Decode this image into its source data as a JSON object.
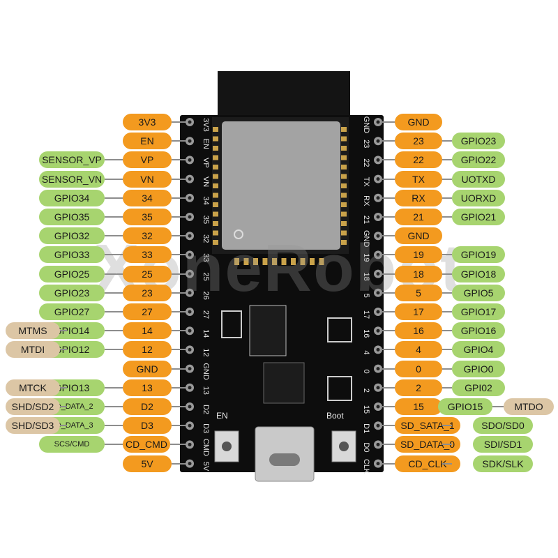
{
  "watermark": "XoneRobot",
  "board": {
    "left_silk": [
      "3V3",
      "EN",
      "VP",
      "VN",
      "34",
      "35",
      "32",
      "33",
      "25",
      "26",
      "27",
      "14",
      "12",
      "GND",
      "13",
      "D2",
      "D3",
      "CMD",
      "5V"
    ],
    "right_silk": [
      "GND",
      "23",
      "22",
      "TX",
      "RX",
      "21",
      "GND",
      "19",
      "18",
      "5",
      "17",
      "16",
      "4",
      "0",
      "2",
      "15",
      "D1",
      "D0",
      "CLK"
    ],
    "button_left": "EN",
    "button_right": "Boot"
  },
  "left_rows": [
    {
      "inner": "3V3",
      "mid": "",
      "outer": ""
    },
    {
      "inner": "EN",
      "mid": "",
      "outer": ""
    },
    {
      "inner": "VP",
      "mid": "SENSOR_VP",
      "outer": ""
    },
    {
      "inner": "VN",
      "mid": "SENSOR_VN",
      "outer": ""
    },
    {
      "inner": "34",
      "mid": "GPIO34",
      "outer": ""
    },
    {
      "inner": "35",
      "mid": "GPIO35",
      "outer": ""
    },
    {
      "inner": "32",
      "mid": "GPIO32",
      "outer": ""
    },
    {
      "inner": "33",
      "mid": "GPIO33",
      "outer": ""
    },
    {
      "inner": "25",
      "mid": "GPIO25",
      "outer": ""
    },
    {
      "inner": "23",
      "mid": "GPIO23",
      "outer": ""
    },
    {
      "inner": "27",
      "mid": "GPIO27",
      "outer": ""
    },
    {
      "inner": "14",
      "mid": "GPIO14",
      "outer": "MTMS"
    },
    {
      "inner": "12",
      "mid": "GPIO12",
      "outer": "MTDI"
    },
    {
      "inner": "GND",
      "mid": "",
      "outer": ""
    },
    {
      "inner": "13",
      "mid": "GPIO13",
      "outer": "MTCK"
    },
    {
      "inner": "D2",
      "mid": "SD_DATA_2",
      "outer": "SHD/SD2"
    },
    {
      "inner": "D3",
      "mid": "SD_DATA_3",
      "outer": "SHD/SD3"
    },
    {
      "inner": "CD_CMD",
      "mid": "SCS/CMD",
      "outer": ""
    },
    {
      "inner": "5V",
      "mid": "",
      "outer": ""
    }
  ],
  "right_rows": [
    {
      "inner": "GND",
      "mid": "",
      "outer": ""
    },
    {
      "inner": "23",
      "mid": "GPIO23",
      "outer": ""
    },
    {
      "inner": "22",
      "mid": "GPIO22",
      "outer": ""
    },
    {
      "inner": "TX",
      "mid": "UOTXD",
      "outer": ""
    },
    {
      "inner": "RX",
      "mid": "UORXD",
      "outer": ""
    },
    {
      "inner": "21",
      "mid": "GPIO21",
      "outer": ""
    },
    {
      "inner": "GND",
      "mid": "",
      "outer": ""
    },
    {
      "inner": "19",
      "mid": "GPIO19",
      "outer": ""
    },
    {
      "inner": "18",
      "mid": "GPIO18",
      "outer": ""
    },
    {
      "inner": "5",
      "mid": "GPIO5",
      "outer": ""
    },
    {
      "inner": "17",
      "mid": "GPIO17",
      "outer": ""
    },
    {
      "inner": "16",
      "mid": "GPIO16",
      "outer": ""
    },
    {
      "inner": "4",
      "mid": "GPIO4",
      "outer": ""
    },
    {
      "inner": "0",
      "mid": "GPIO0",
      "outer": ""
    },
    {
      "inner": "2",
      "mid": "GPI02",
      "outer": ""
    },
    {
      "inner": "15",
      "mid": "GPIO15",
      "outer": "MTDO"
    },
    {
      "inner": "SD_SATA_1",
      "mid": "SDO/SD0",
      "outer": ""
    },
    {
      "inner": "SD_DATA_0",
      "mid": "SDI/SD1",
      "outer": ""
    },
    {
      "inner": "CD_CLK",
      "mid": "SDK/SLK",
      "outer": ""
    }
  ],
  "colors": {
    "orange": "#f39a1f",
    "green": "#a7d46f",
    "tan": "#dcc6a5",
    "pcb": "#0d0d0d",
    "silk": "#e8e8e8",
    "shield": "#a3a3a3",
    "antenna": "#111111"
  }
}
